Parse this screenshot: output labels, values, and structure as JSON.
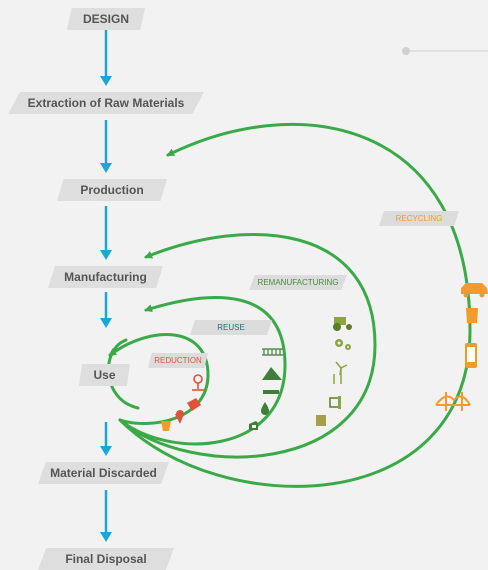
{
  "steps": {
    "design": "DESIGN",
    "extraction": "Extraction of Raw Materials",
    "production": "Production",
    "manufacturing": "Manufacturing",
    "use": "Use",
    "discarded": "Material Discarded",
    "disposal": "Final Disposal"
  },
  "loops": {
    "recycling": "RECYCLING",
    "remanufacturing": "REMANUFACTURING",
    "reuse": "REUSE",
    "reduction": "REDUCTION"
  },
  "colors": {
    "arrow_blue": "#1aa7d6",
    "loop_green": "#3aaa48",
    "recycling_orange": "#f39a2b",
    "remanufacturing_green": "#4a8d3c",
    "reuse_teal": "#1f6f73",
    "reduction_red": "#e0523a",
    "box_gray": "#dedede",
    "text_gray": "#555555"
  },
  "icons": {
    "recycling": [
      "car-icon",
      "paper-bag-icon",
      "phone-icon",
      "bridge-icon"
    ],
    "remanufacturing": [
      "tractor-icon",
      "gears-icon",
      "wind-turbine-icon",
      "electric-plug-icon",
      "box-icon"
    ],
    "reuse": [
      "ladder-icon",
      "pile-icon",
      "beam-icon",
      "oil-drop-icon",
      "tire-icon"
    ],
    "reduction": [
      "stamp-icon",
      "glove-icon",
      "fire-hydrant-icon",
      "bucket-icon"
    ]
  }
}
